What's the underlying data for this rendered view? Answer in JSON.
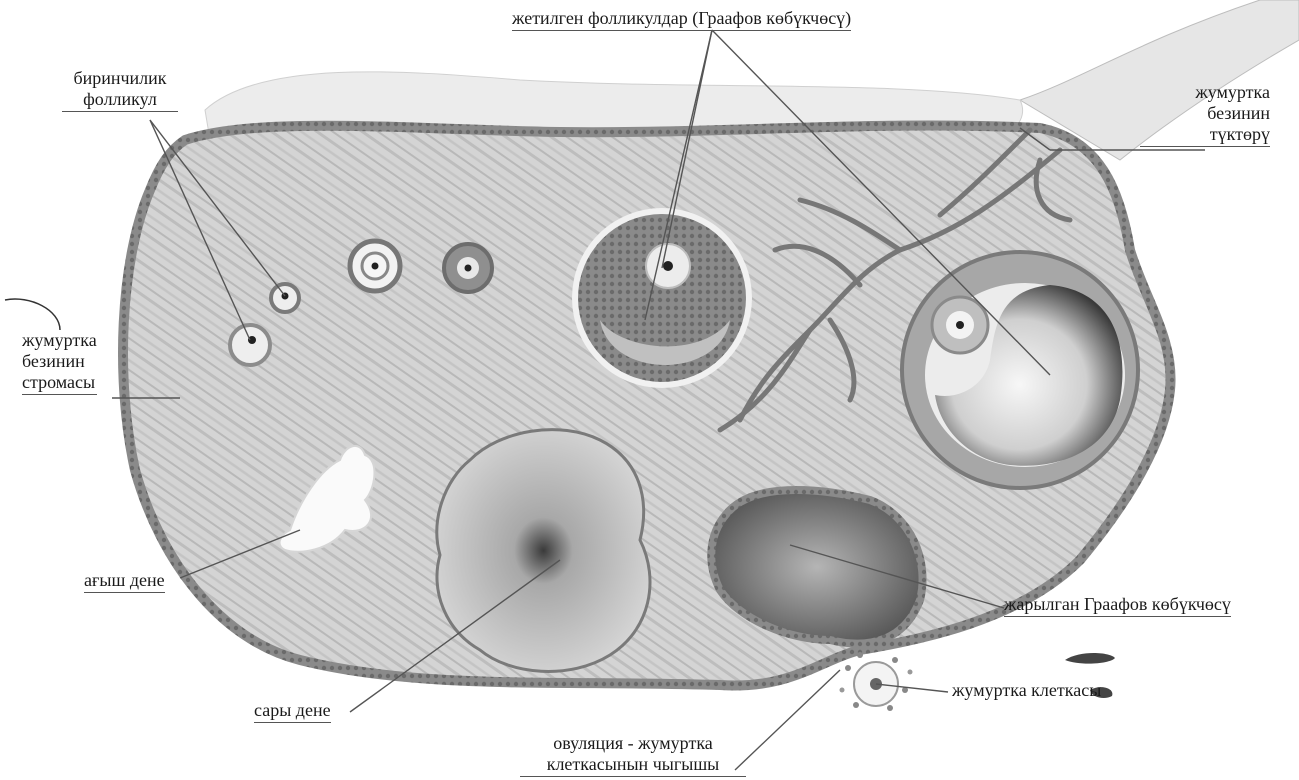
{
  "labels": {
    "mature_follicles": "жетилген фолликулдар (Граафов көбүкчөсү)",
    "primary_follicle": [
      "биринчилик",
      "фолликул"
    ],
    "ovary_hilum": [
      "жумуртка",
      "безинин",
      "түктөрү"
    ],
    "ovary_stroma": [
      "жумуртка",
      "безинин",
      "стромасы"
    ],
    "white_body": "ағыш дене",
    "ruptured_follicle": "жарылган Граафов көбүкчөсү",
    "egg_cell": "жумуртка клеткасы",
    "yellow_body": "сары дене",
    "ovulation": [
      "овуляция - жумуртка",
      "клеткасынын чыгышы"
    ]
  },
  "colors": {
    "stroma": "#c9c9c9",
    "capsule": "#7d7d7d",
    "follicle_dark": "#6a6a6a",
    "antrum": "#e9e9e9",
    "ink": "#1a1a1a"
  }
}
